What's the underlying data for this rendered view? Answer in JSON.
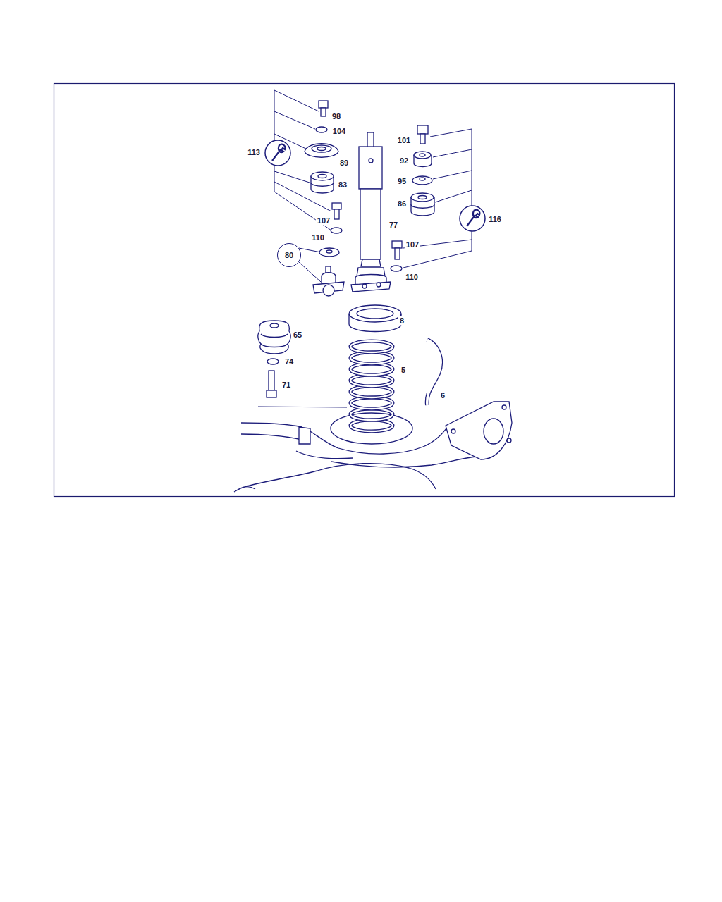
{
  "diagram": {
    "nodes": [
      {
        "text": [
          "80"
        ]
      }
    ],
    "labels": [
      "98",
      "104",
      "101",
      "113",
      "92",
      "89",
      "95",
      "83",
      "86",
      "107",
      "116",
      "77",
      "110",
      "107",
      "110",
      "8",
      "65",
      "74",
      "5",
      "71",
      "6"
    ]
  }
}
